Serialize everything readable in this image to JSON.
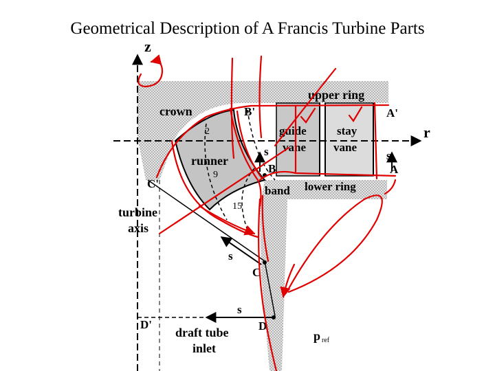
{
  "title": "Geometrical Description  of A Francis Turbine Parts",
  "labels": {
    "z": "z",
    "r": "r",
    "upper_ring": "upper ring",
    "crown": "crown",
    "guide_vane_1": "guide",
    "guide_vane_2": "vane",
    "stay_vane_1": "stay",
    "stay_vane_2": "vane",
    "lower_ring": "lower ring",
    "band": "band",
    "runner": "runner",
    "turbine_axis_1": "turbine",
    "turbine_axis_2": "axis",
    "draft_tube_1": "draft tube",
    "draft_tube_2": "inlet",
    "p_ref": "p",
    "p_ref_sub": "ref",
    "num_2": "2",
    "num_9": "9",
    "num_15": "15",
    "pt_A": "A",
    "pt_A_prime": "A'",
    "pt_B": "B",
    "pt_B_prime": "B'",
    "pt_C": "C",
    "pt_C_prime": "C'",
    "pt_D": "D",
    "pt_D_prime": "D'",
    "s1": "s",
    "s2": "s",
    "s3": "s",
    "s4": "s"
  },
  "colors": {
    "ink": "#000000",
    "annotation": "#e00000",
    "shade": "#c8c8c8",
    "hatch": "#8a8a8a"
  }
}
